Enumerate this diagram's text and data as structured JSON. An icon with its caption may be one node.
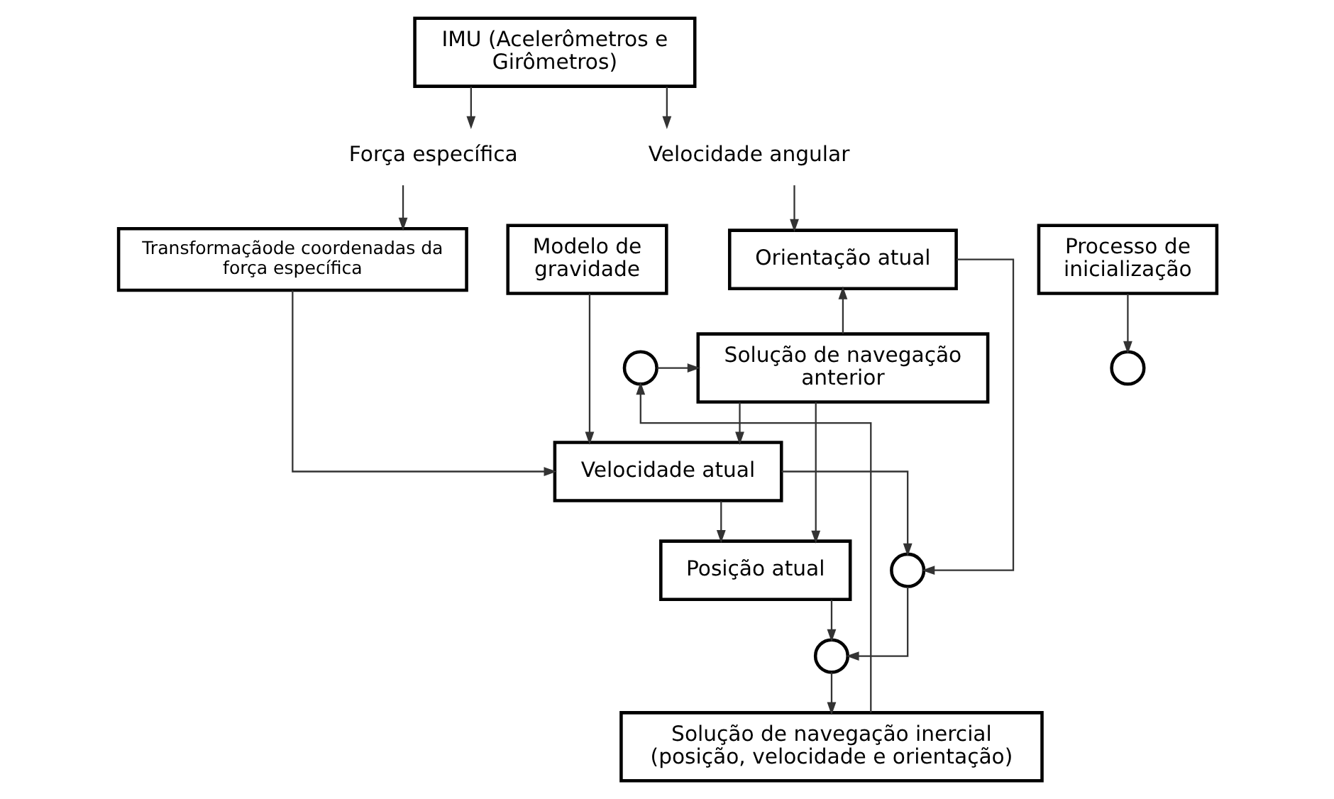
{
  "diagram": {
    "nodes": [
      {
        "text": [
          "IMU (Acelerômetros e Girômetros)"
        ]
      },
      {
        "text": [
          "Velocidade angular"
        ]
      },
      {
        "text": [
          "Força específica"
        ]
      },
      {
        "text": [
          "Processo de inicialização"
        ]
      },
      {
        "text": [
          "Orientação atual"
        ]
      },
      {
        "text": [
          "Transformaçãode coordenadas da força específica"
        ]
      },
      {
        "text": [
          "Modelo de gravidade"
        ]
      },
      {
        "text": [],
        "shape": "circle"
      },
      {
        "text": [],
        "shape": "circle"
      },
      {
        "text": [
          "Solução de navegação anterior"
        ]
      },
      {
        "text": [
          "Velocidade atual"
        ]
      },
      {
        "text": [],
        "shape": "circle"
      },
      {
        "text": [
          "Posição atual"
        ]
      },
      {
        "text": [],
        "shape": "circle"
      },
      {
        "text": [
          "Solução de navegação inercial (posição, velocidade e orientação)"
        ]
      }
    ],
    "edges": [
      {
        "from": 0,
        "to": 1,
        "arrow": "to"
      },
      {
        "from": 0,
        "to": 2,
        "arrow": "to"
      },
      {
        "from": 1,
        "to": 4,
        "arrow": "to"
      },
      {
        "from": 2,
        "to": 5,
        "arrow": "to"
      },
      {
        "from": 3,
        "to": 7,
        "arrow": "to"
      },
      {
        "from": 8,
        "to": 9,
        "arrow": "to"
      },
      {
        "from": 9,
        "to": 4,
        "arrow": "to"
      },
      {
        "from": 5,
        "to": 10,
        "arrow": "to"
      },
      {
        "from": 6,
        "to": 10,
        "arrow": "to"
      },
      {
        "from": 9,
        "to": 10,
        "arrow": "to"
      },
      {
        "from": 4,
        "to": 11,
        "arrow": "to"
      },
      {
        "from": 10,
        "to": 11,
        "arrow": "to"
      },
      {
        "from": 10,
        "to": 12,
        "arrow": "to"
      },
      {
        "from": 9,
        "to": 12,
        "arrow": "to"
      },
      {
        "from": 11,
        "to": 13,
        "arrow": "to"
      },
      {
        "from": 12,
        "to": 13,
        "arrow": "to"
      },
      {
        "from": 13,
        "to": 14,
        "arrow": "to"
      },
      {
        "from": 14,
        "to": 8,
        "arrow": "to"
      }
    ]
  }
}
